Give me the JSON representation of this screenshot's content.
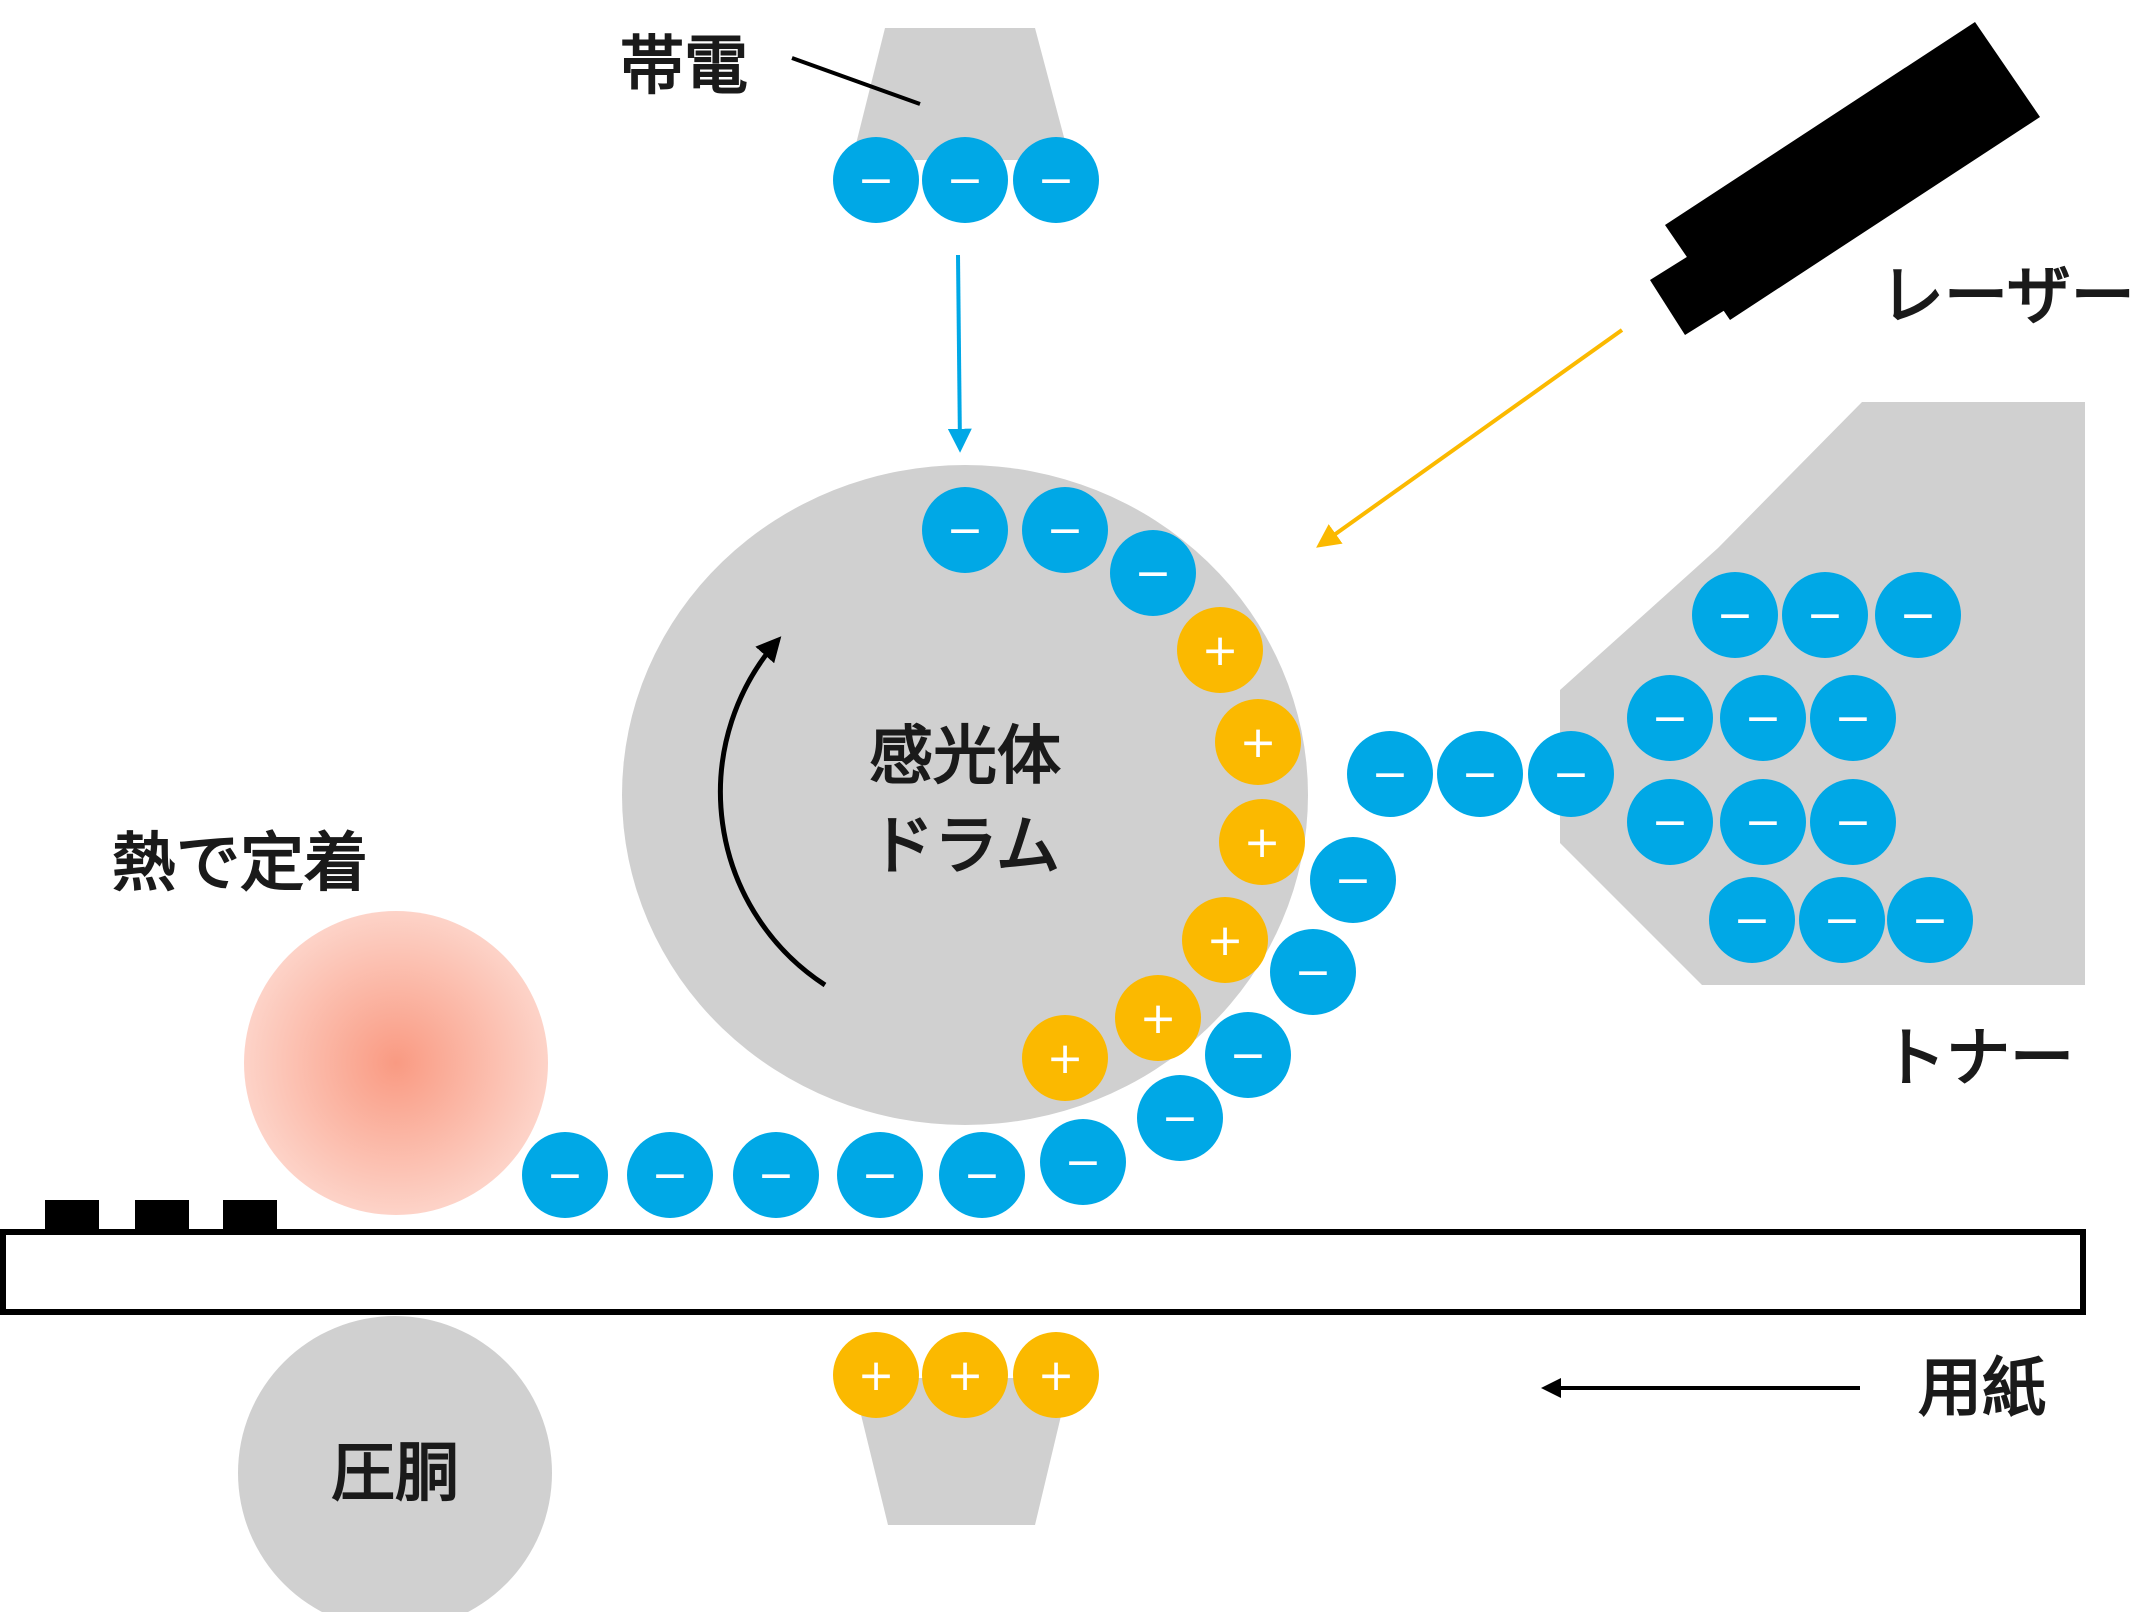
{
  "labels": {
    "charging": "帯電",
    "laser": "レーザー",
    "drum_line1": "感光体",
    "drum_line2": "ドラム",
    "fixing": "熱で定着",
    "toner": "トナー",
    "paper": "用紙",
    "press_cylinder": "圧胴"
  },
  "charge_symbols": {
    "negative": "−",
    "positive": "+"
  },
  "colors": {
    "negative": "#00a8e6",
    "positive": "#fbb900",
    "gray": "#d0d0d0",
    "laser_beam": "#fbb900",
    "charging_arrow": "#00a8e6",
    "heat_center": "#f99a82",
    "black": "#000000"
  }
}
